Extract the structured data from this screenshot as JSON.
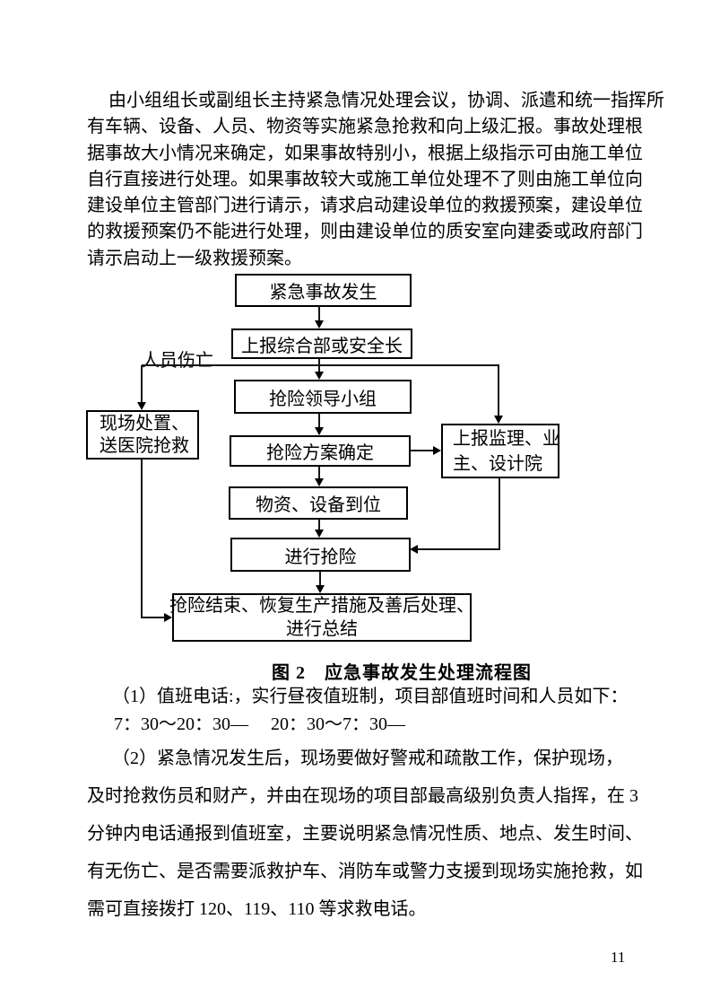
{
  "intro": {
    "lines": [
      "由小组组长或副组长主持紧急情况处理会议，协调、派遣和统一指挥所",
      "有车辆、设备、人员、物资等实施紧急抢救和向上级汇报。事故处理根",
      "据事故大小情况来确定，如果事故特别小，根据上级指示可由施工单位",
      "自行直接进行处理。如果事故较大或施工单位处理不了则由施工单位向",
      "建设单位主管部门进行请示，请求启动建设单位的救援预案，建设单位",
      "的救援预案仍不能进行处理，则由建设单位的质安室向建委或政府部门",
      "请示启动上一级救援预案。"
    ]
  },
  "flowchart": {
    "nodes": {
      "start": "紧急事故发生",
      "report": "上报综合部或安全长",
      "leading_group": "抢险领导小组",
      "plan": "抢险方案确定",
      "materials": "物资、设备到位",
      "rescue": "进行抢险",
      "finish": {
        "line1": "抢险结束、恢复生产措施及善后处理、",
        "line2": "进行总结"
      },
      "site": {
        "line1": "现场处置、",
        "line2": "送医院抢救"
      },
      "notify": {
        "line1": "上报监理、业",
        "line2": "主、设计院"
      }
    },
    "labels": {
      "casualty": "人员伤亡"
    }
  },
  "caption": "图 2　应急事故发生处理流程图",
  "section1": {
    "line1": "（1）值班电话:，实行昼夜值班制，项目部值班时间和人员如下：",
    "hours": "7：30～20：30—　 20：30～7：30—"
  },
  "section2": {
    "lines": [
      "（2）紧急情况发生后，现场要做好警戒和疏散工作，保护现场，",
      "及时抢救伤员和财产，并由在现场的项目部最高级别负责人指挥，在 3",
      "分钟内电话通报到值班室，主要说明紧急情况性质、地点、发生时间、",
      "有无伤亡、是否需要派救护车、消防车或警力支援到现场实施抢救，如",
      "需可直接拨打 120、119、110 等求救电话。"
    ]
  },
  "page": {
    "number": "11"
  }
}
